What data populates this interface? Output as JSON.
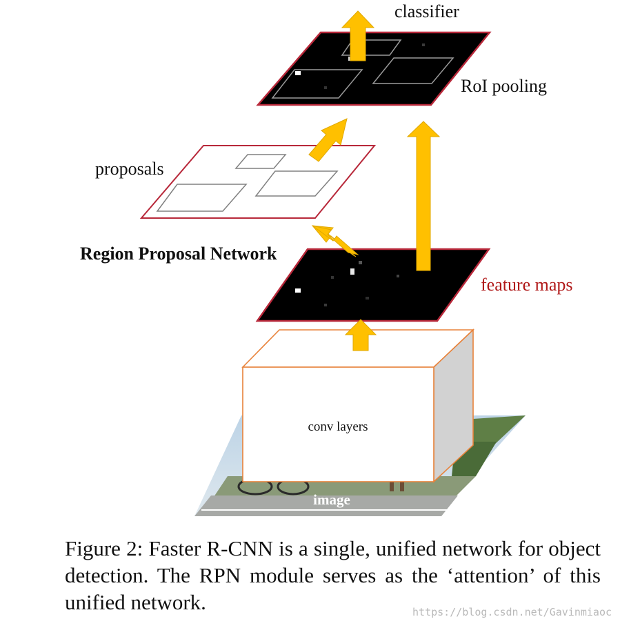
{
  "labels": {
    "classifier": "classifier",
    "roi_pooling": "RoI pooling",
    "proposals": "proposals",
    "rpn": "Region Proposal Network",
    "feature_maps": "feature maps",
    "conv_layers": "conv layers",
    "image": "image"
  },
  "caption": "Figure 2: Faster R-CNN is a single, unified network for object detection. The RPN module serves as the ‘attention’ of this unified network.",
  "watermark": "https://blog.csdn.net/Gavinmiaoc",
  "colors": {
    "arrow": "#FFC000",
    "arrow_edge": "#E0A800",
    "map_border": "#B8283A",
    "box_edge": "#E8823A",
    "box_side": "#D2D2D2",
    "feature_maps_label": "#B01818"
  }
}
